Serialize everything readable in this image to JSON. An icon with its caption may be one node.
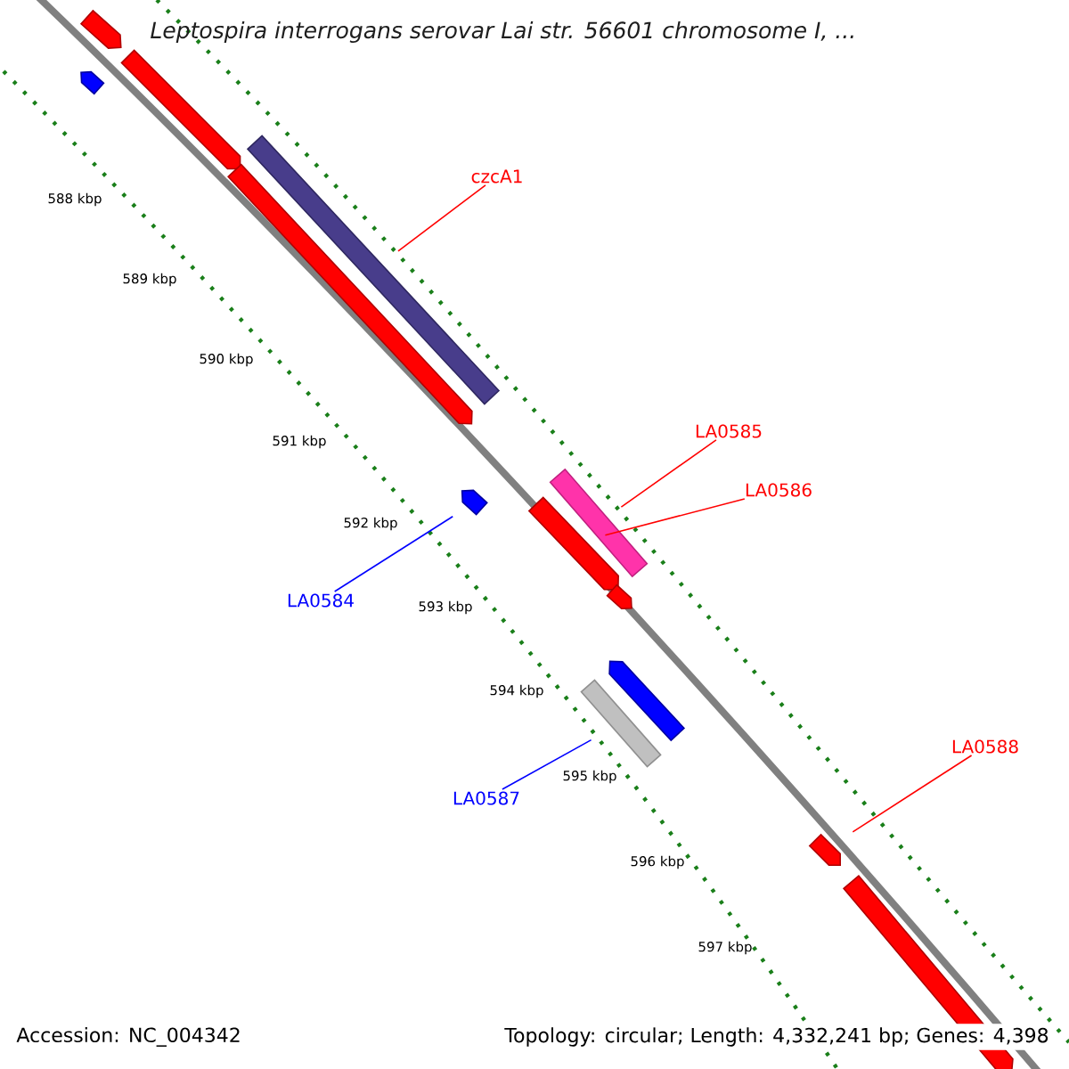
{
  "diagram": {
    "title": "Leptospira interrogans serovar Lai str. 56601 chromosome I, ...",
    "nodes": [
      {
        "text": [],
        "shape": "pentagon"
      },
      {
        "text": [],
        "shape": "pentagon"
      },
      {
        "text": [],
        "shape": "pentagon"
      },
      {
        "text": [],
        "shape": "bar"
      },
      {
        "text": [],
        "shape": "pentagon"
      },
      {
        "text": [
          "czcA1"
        ]
      },
      {
        "text": [
          "LA0585"
        ]
      },
      {
        "text": [
          "LA0586"
        ]
      },
      {
        "text": [],
        "shape": "pentagon"
      },
      {
        "text": [],
        "shape": "bar"
      },
      {
        "text": [],
        "shape": "pentagon"
      },
      {
        "text": [],
        "shape": "pentagon"
      },
      {
        "text": [
          "LA0584"
        ]
      },
      {
        "text": [],
        "shape": "pentagon"
      },
      {
        "text": [],
        "shape": "bar"
      },
      {
        "text": [
          "LA0587"
        ]
      },
      {
        "text": [
          "LA0588"
        ]
      },
      {
        "text": [],
        "shape": "pentagon"
      },
      {
        "text": [],
        "shape": "pentagon"
      }
    ],
    "edges": [
      {
        "from": 5,
        "to": 3,
        "arrow": "none"
      },
      {
        "from": 6,
        "to": 9,
        "arrow": "none"
      },
      {
        "from": 7,
        "to": 10,
        "arrow": "none"
      },
      {
        "from": 12,
        "to": 8,
        "arrow": "none",
        "color": "#0000ff"
      },
      {
        "from": 15,
        "to": 14,
        "arrow": "none",
        "color": "#0000ff"
      },
      {
        "from": 16,
        "to": 17,
        "arrow": "none"
      }
    ],
    "labels": [
      "588 kbp",
      "589 kbp",
      "590 kbp",
      "591 kbp",
      "592 kbp",
      "593 kbp",
      "594 kbp",
      "595 kbp",
      "596 kbp",
      "597 kbp",
      "Accession: NC_004342",
      "Topology: circular; Length: 4,332,241 bp; Genes: 4,398"
    ]
  }
}
